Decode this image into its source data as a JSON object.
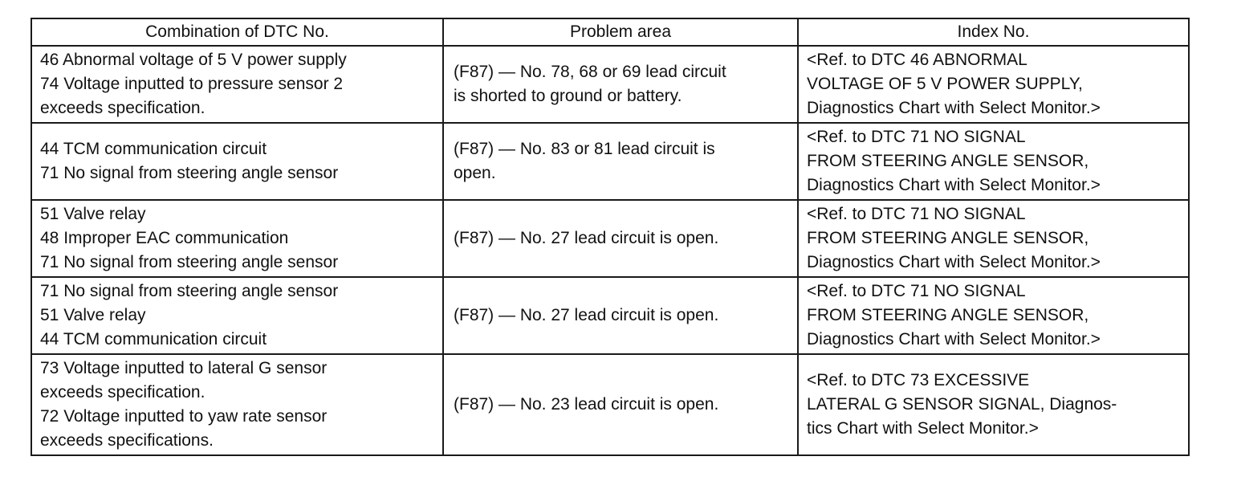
{
  "table": {
    "headers": [
      "Combination of DTC No.",
      "Problem area",
      "Index No."
    ],
    "rows": [
      {
        "combination": [
          "46 Abnormal voltage of 5 V power supply",
          "74 Voltage inputted to pressure sensor 2",
          "exceeds specification."
        ],
        "problem": [
          "(F87) — No. 78, 68 or 69 lead circuit",
          "is shorted to ground or battery."
        ],
        "index": [
          "<Ref. to DTC 46 ABNORMAL",
          "VOLTAGE OF 5 V POWER SUPPLY,",
          "Diagnostics Chart with Select Monitor.>"
        ]
      },
      {
        "combination": [
          "44 TCM communication circuit",
          "71 No signal from steering angle sensor"
        ],
        "problem": [
          "(F87) — No. 83 or 81 lead circuit is",
          "open."
        ],
        "index": [
          "<Ref. to DTC 71 NO SIGNAL",
          "FROM STEERING ANGLE SENSOR,",
          "Diagnostics Chart with Select Monitor.>"
        ]
      },
      {
        "combination": [
          "51 Valve relay",
          "48 Improper EAC communication",
          "71 No signal from steering angle sensor"
        ],
        "problem": [
          "(F87) — No. 27 lead circuit is open."
        ],
        "index": [
          "<Ref. to DTC 71 NO SIGNAL",
          "FROM STEERING ANGLE SENSOR,",
          "Diagnostics Chart with Select Monitor.>"
        ]
      },
      {
        "combination": [
          "71 No signal from steering angle sensor",
          "51 Valve relay",
          "44 TCM communication circuit"
        ],
        "problem": [
          "(F87) — No. 27 lead circuit is open."
        ],
        "index": [
          "<Ref. to DTC 71 NO SIGNAL",
          "FROM STEERING ANGLE SENSOR,",
          "Diagnostics Chart with Select Monitor.>"
        ]
      },
      {
        "combination": [
          "73 Voltage inputted to lateral G sensor",
          "exceeds specification.",
          "72 Voltage inputted to yaw rate sensor",
          "exceeds specifications."
        ],
        "problem": [
          "(F87) — No. 23 lead circuit is open."
        ],
        "index": [
          "<Ref. to DTC 73 EXCESSIVE",
          "LATERAL G SENSOR SIGNAL, Diagnos-",
          "tics Chart with Select Monitor.>"
        ]
      }
    ]
  }
}
